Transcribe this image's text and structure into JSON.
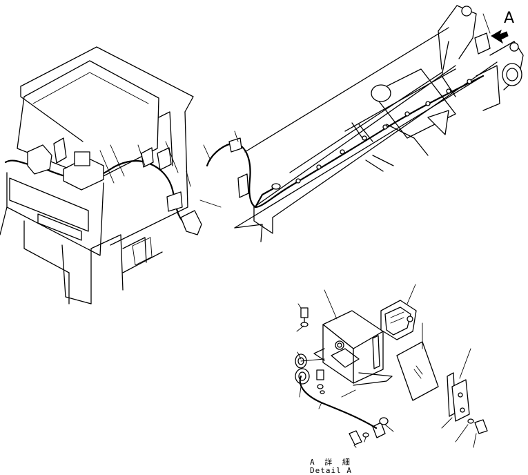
{
  "view_marker": {
    "letter": "A"
  },
  "detail_caption": {
    "japanese": "A 詳 細",
    "english": "Detail A"
  }
}
